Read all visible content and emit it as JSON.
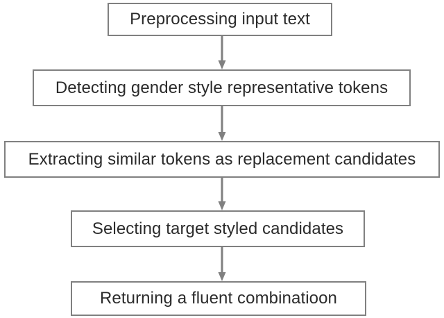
{
  "diagram": {
    "type": "flowchart",
    "orientation": "top-to-bottom",
    "title": "",
    "colors": {
      "box_border": "#808080",
      "box_fill": "#ffffff",
      "text": "#2b2b2b",
      "arrow": "#808080",
      "background": "#ffffff"
    },
    "nodes": [
      {
        "id": "step-1",
        "label": "Preprocessing input text",
        "shape": "rectangle"
      },
      {
        "id": "step-2",
        "label": "Detecting gender style representative tokens",
        "shape": "rectangle"
      },
      {
        "id": "step-3",
        "label": "Extracting similar tokens as replacement candidates",
        "shape": "rectangle"
      },
      {
        "id": "step-4",
        "label": "Selecting target styled candidates",
        "shape": "rectangle"
      },
      {
        "id": "step-5",
        "label": "Returning a fluent combinatioon",
        "shape": "rectangle"
      }
    ],
    "edges": [
      {
        "id": "edge-1-2",
        "from": "step-1",
        "to": "step-2",
        "label": "",
        "style": "solid-arrow"
      },
      {
        "id": "edge-2-3",
        "from": "step-2",
        "to": "step-3",
        "label": "",
        "style": "solid-arrow"
      },
      {
        "id": "edge-3-4",
        "from": "step-3",
        "to": "step-4",
        "label": "",
        "style": "solid-arrow"
      },
      {
        "id": "edge-4-5",
        "from": "step-4",
        "to": "step-5",
        "label": "",
        "style": "solid-arrow"
      }
    ]
  }
}
